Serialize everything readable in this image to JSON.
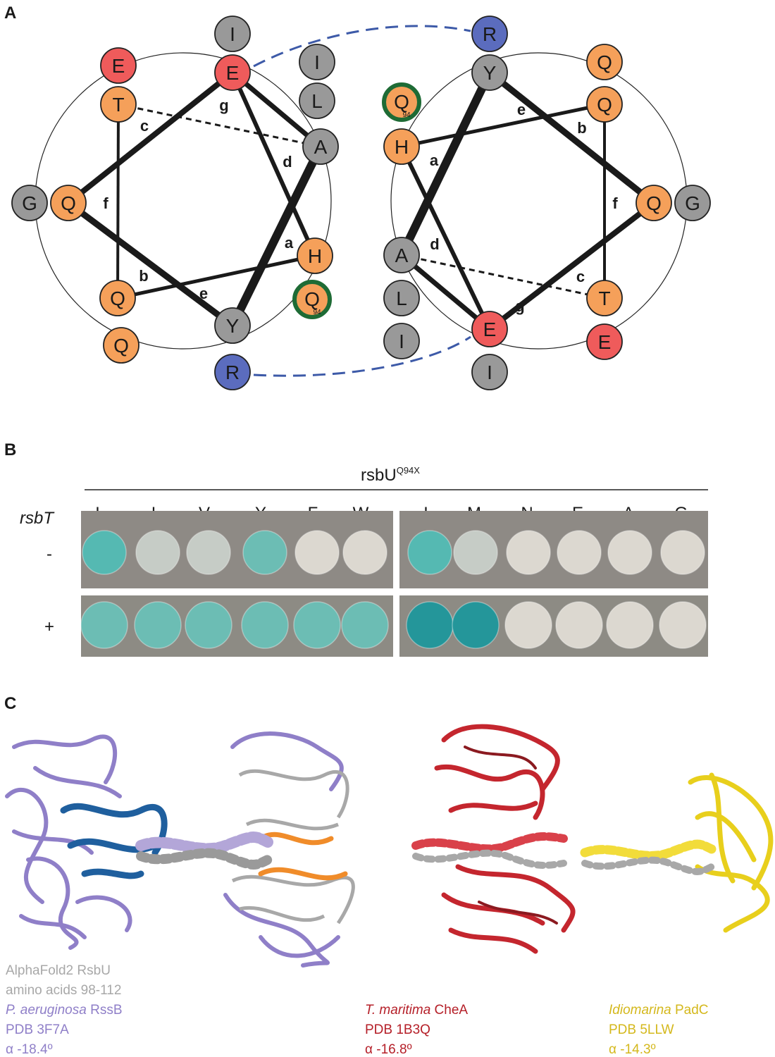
{
  "panel_labels": {
    "a": "A",
    "b": "B",
    "c": "C"
  },
  "colors": {
    "hydrophobic": "#999999",
    "polar": "#f5a05a",
    "acidic": "#ef5b5b",
    "basic": "#5b6cbe",
    "highlight_ring": "#1e6b35",
    "cheA": "#c4262e",
    "padC": "#e8cf1c",
    "rssB": "#8f7fc8",
    "rsbU": "#aaaaaa"
  },
  "helix_left": {
    "positions": [
      "g",
      "c",
      "d",
      "f",
      "a",
      "b",
      "e"
    ],
    "residues": [
      "I",
      "E",
      "E",
      "T",
      "I",
      "L",
      "A",
      "G",
      "Q",
      "H",
      "Q",
      "Q",
      "Q",
      "Y",
      "R"
    ],
    "marker": "94"
  },
  "helix_right": {
    "positions": [
      "e",
      "b",
      "a",
      "f",
      "d",
      "c",
      "g"
    ],
    "residues": [
      "R",
      "Y",
      "Q",
      "Q",
      "Q",
      "H",
      "G",
      "Q",
      "A",
      "L",
      "I",
      "T",
      "E",
      "E",
      "I"
    ],
    "marker": "94"
  },
  "panel_b": {
    "header": "rsbU",
    "header_sup": "Q94X",
    "row_title": "rsbT",
    "columns": [
      "L",
      "I",
      "V",
      "Y",
      "F",
      "W",
      "L",
      "M",
      "N",
      "E",
      "A",
      "G"
    ],
    "rows": [
      {
        "label": "-",
        "spots": [
          "blue",
          "pale",
          "pale",
          "light",
          "white",
          "white",
          "blue",
          "pale",
          "white",
          "white",
          "white",
          "white"
        ]
      },
      {
        "label": "+",
        "spots": [
          "light",
          "light",
          "light",
          "light",
          "light",
          "light",
          "dark",
          "dark",
          "white",
          "white",
          "white",
          "white"
        ]
      }
    ]
  },
  "panel_c": {
    "captions": [
      {
        "lines": [
          "AlphaFold2 RsbU",
          "amino acids 98-112"
        ]
      },
      {
        "italic": "P. aeruginosa",
        "rest": " RssB",
        "pdb": "PDB 3F7A",
        "angle": "α -18.4º"
      },
      {
        "italic": "T. maritima",
        "rest": " CheA",
        "pdb": "PDB 1B3Q",
        "angle": "α -16.8º"
      },
      {
        "italic": "Idiomarina",
        "rest": " PadC",
        "pdb": "PDB 5LLW",
        "angle": "α -14.3º"
      }
    ]
  }
}
